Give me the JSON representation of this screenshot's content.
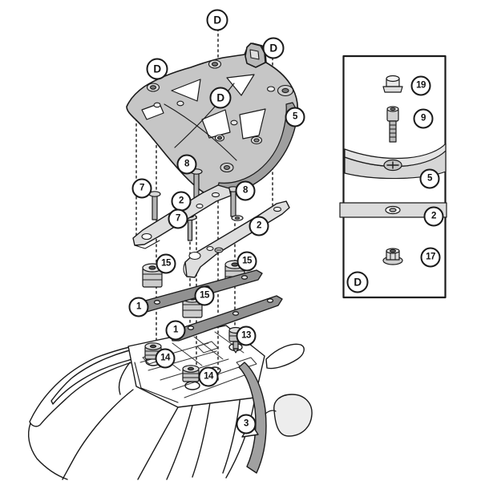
{
  "diagram": {
    "title": "rack mounting kit exploded assembly diagram",
    "background": "#ffffff"
  },
  "palette": {
    "line": "#1a1a1a",
    "rack_top": "#c6c6c6",
    "rack_side": "#9f9f9f",
    "tab": "#b8b8b8",
    "bracket": "#dedede",
    "strip": "#919191",
    "spacer_body": "#cccccc",
    "spacer_top": "#e6e6e6",
    "screw_head": "#d6d6d6",
    "screw_shaft": "#b4b4b4",
    "fender_band": "#a0a0a0",
    "tail_light": "#ededed",
    "box_strip": "#dcdcdc",
    "box_section": "#d6d6d6"
  },
  "callouts": [
    {
      "label": "D"
    },
    {
      "label": "D"
    },
    {
      "label": "D"
    },
    {
      "label": "D"
    },
    {
      "label": "5"
    },
    {
      "label": "8"
    },
    {
      "label": "7"
    },
    {
      "label": "8"
    },
    {
      "label": "2"
    },
    {
      "label": "7"
    },
    {
      "label": "2"
    },
    {
      "label": "15"
    },
    {
      "label": "15"
    },
    {
      "label": "15"
    },
    {
      "label": "1"
    },
    {
      "label": "1"
    },
    {
      "label": "13"
    },
    {
      "label": "14"
    },
    {
      "label": "14"
    },
    {
      "label": "3"
    },
    {
      "label": "19"
    },
    {
      "label": "9"
    },
    {
      "label": "5"
    },
    {
      "label": "2"
    },
    {
      "label": "17"
    },
    {
      "label": "D"
    }
  ]
}
